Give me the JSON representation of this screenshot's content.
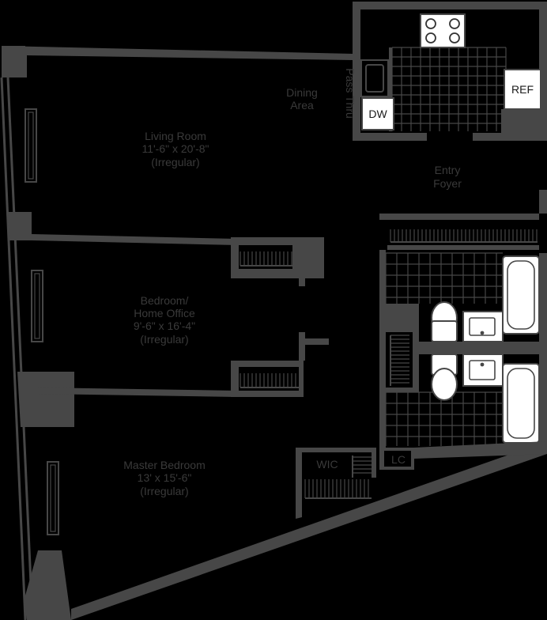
{
  "rooms": {
    "living_room": {
      "name": "Living Room",
      "size": "11'-6\" x 20'-8\"",
      "note": "(Irregular)"
    },
    "bedroom": {
      "name": "Bedroom/",
      "name2": "Home Office",
      "size": "9'-6\" x 16'-4\"",
      "note": "(Irregular)"
    },
    "master_bedroom": {
      "name": "Master Bedroom",
      "size": "13' x 15'-6\"",
      "note": "(Irregular)"
    },
    "dining": {
      "line1": "Dining",
      "line2": "Area"
    },
    "entry": {
      "line1": "Entry",
      "line2": "Foyer"
    }
  },
  "labels": {
    "pass_thru": "Pass Thru",
    "dishwasher": "DW",
    "refrigerator": "REF",
    "walk_in_closet": "WIC",
    "linen_closet": "LC"
  },
  "colors": {
    "background": "#000000",
    "wall": "#474747",
    "label": "#3a3a3a",
    "fixture": "#ffffff"
  }
}
